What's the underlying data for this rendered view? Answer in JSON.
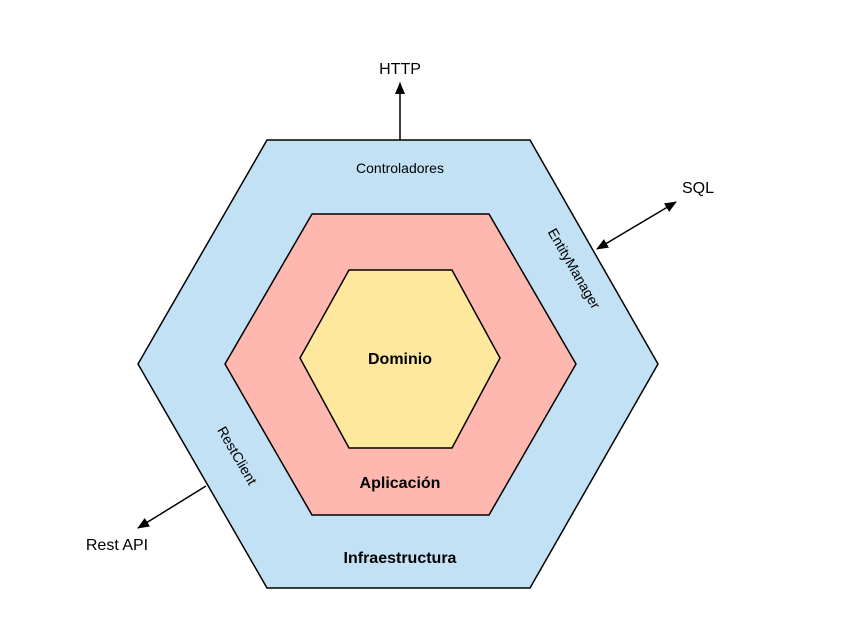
{
  "colors": {
    "outer_fill": "#c2e1f5",
    "middle_fill": "#ffb8b0",
    "inner_fill": "#fde89e",
    "stroke": "#000000",
    "background": "#ffffff"
  },
  "layers": {
    "outer": {
      "label": "Infraestructura"
    },
    "middle": {
      "label": "Aplicación"
    },
    "inner": {
      "label": "Dominio"
    }
  },
  "adapters": {
    "top": "Controladores",
    "right": "EntityManager",
    "left": "RestClient"
  },
  "external": {
    "http": "HTTP",
    "sql": "SQL",
    "rest_api": "Rest API"
  }
}
